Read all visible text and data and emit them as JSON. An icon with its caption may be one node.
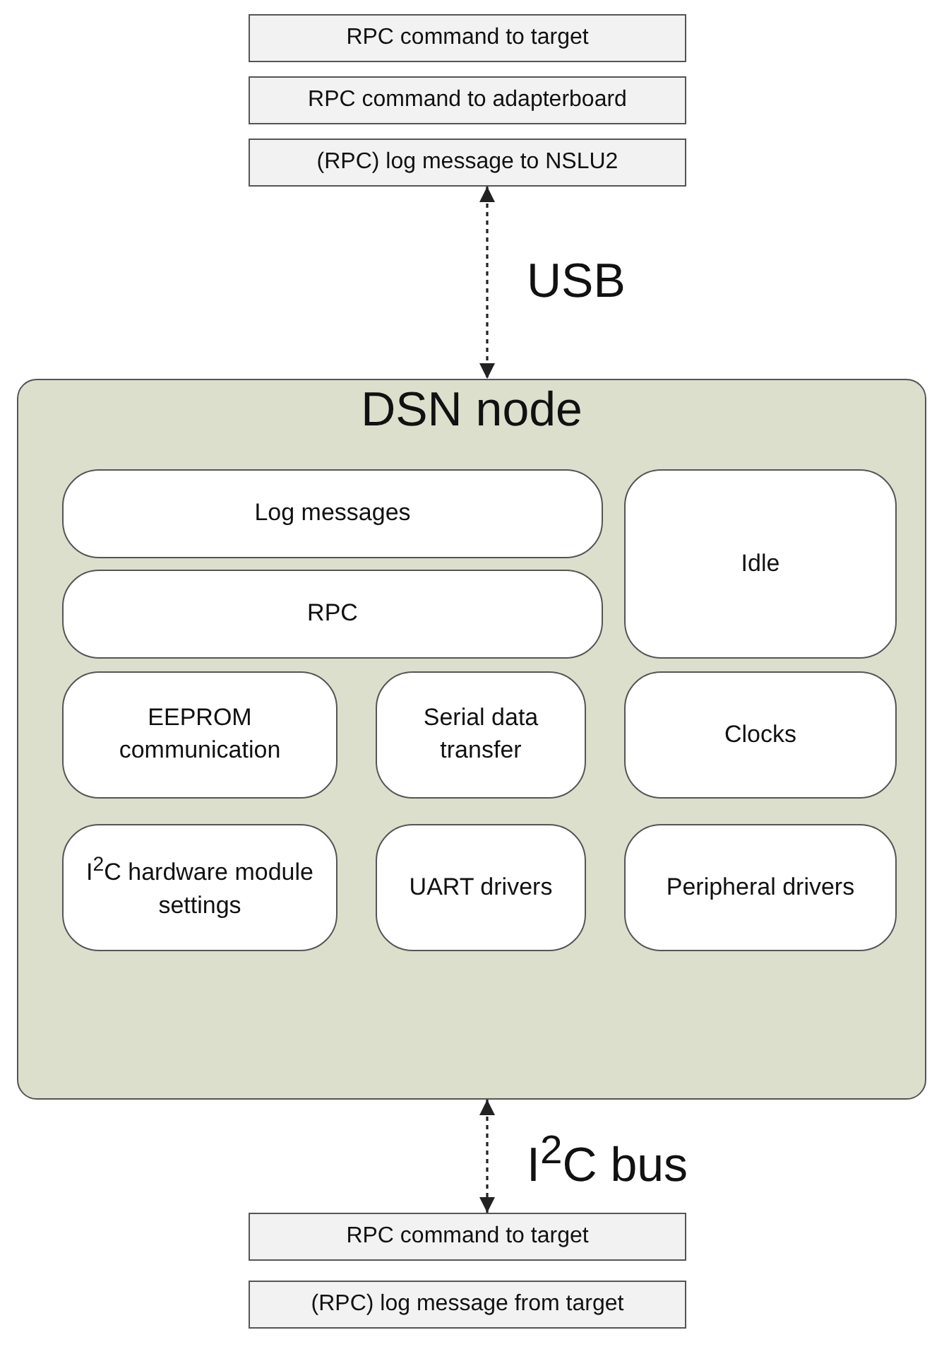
{
  "diagram": {
    "nodes": [
      {
        "text": [
          "RPC command to target"
        ]
      },
      {
        "text": [
          "RPC command to adapterboard"
        ]
      },
      {
        "text": [
          "(RPC) log message to NSLU2"
        ]
      },
      {
        "text": [
          "DSN node"
        ]
      },
      {
        "text": [
          "Log messages"
        ],
        "in": 3
      },
      {
        "text": [
          "Idle"
        ],
        "in": 3
      },
      {
        "text": [
          "RPC"
        ],
        "in": 3
      },
      {
        "text": [
          "EEPROM communication"
        ],
        "in": 3
      },
      {
        "text": [
          "Serial data transfer"
        ],
        "in": 3
      },
      {
        "text": [
          "Clocks"
        ],
        "in": 3
      },
      {
        "text": [
          "I$^{2}$C hardware module settings"
        ],
        "in": 3
      },
      {
        "text": [
          "UART drivers"
        ],
        "in": 3
      },
      {
        "text": [
          "Peripheral drivers"
        ],
        "in": 3
      },
      {
        "text": [
          "RPC command to target"
        ]
      },
      {
        "text": [
          "(RPC) log message from target"
        ]
      }
    ],
    "edges": [
      {
        "from": 2,
        "to": 3,
        "arrow": "both",
        "style": "dashed",
        "label": "USB"
      },
      {
        "from": 3,
        "to": 13,
        "arrow": "both",
        "style": "dashed",
        "label": "I$^{2}$C bus"
      }
    ]
  }
}
